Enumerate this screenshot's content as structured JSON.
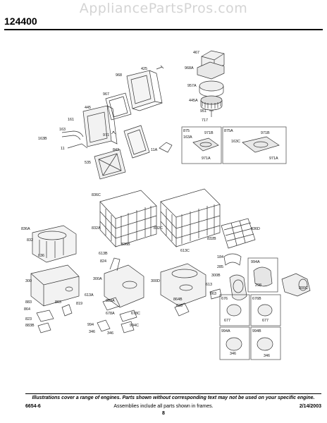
{
  "watermark": "AppliancePartsPros.com",
  "model_number": "124400",
  "labels": {
    "l467": "467",
    "l968A": "968A",
    "l425": "425",
    "l968": "968",
    "l957A": "957A",
    "l445A": "445A",
    "l967": "967",
    "l951": "951",
    "l717": "717",
    "l445": "445",
    "l161": "161",
    "l971": "971",
    "l163": "163",
    "l163B": "163B",
    "l11": "11",
    "l843": "843",
    "l535": "535",
    "l11A": "11A",
    "f875": "875",
    "f163A": "163A",
    "f971B": "971B",
    "f971A": "971A",
    "f875A": "875A",
    "f163C": "163C",
    "f971B2": "971B",
    "f971A2": "971A",
    "l836C": "836C",
    "l836A": "836A",
    "l832A": "832A",
    "l832C": "832C",
    "l836D": "836D",
    "l832": "832",
    "l836B": "836B",
    "l832B": "832B",
    "l836": "836",
    "l613B": "613B",
    "l613C": "613C",
    "l184": "184",
    "l285": "285",
    "f994A": "994A",
    "l298": "298",
    "l824": "824",
    "l300": "300",
    "l300A": "300A",
    "l300D": "300D",
    "l300B": "300B",
    "l300C": "300C",
    "l613": "613",
    "l863": "863",
    "l613A": "613A",
    "l864": "864",
    "l819": "819",
    "l883A": "883A",
    "l864B": "864B",
    "l823": "823",
    "l883": "883",
    "l863b": "863",
    "l823b": "823",
    "l883B": "883B",
    "l678A": "678A",
    "l678C": "678C",
    "l994": "994",
    "l994C": "994C",
    "l346": "346",
    "l346b": "346",
    "f676": "676",
    "f677": "677",
    "f676B": "676B",
    "f677b": "677",
    "f994A2": "994A",
    "f346": "346",
    "f994B": "994B",
    "f346b": "346"
  },
  "footer": {
    "note": "Illustrations cover a range of engines. Parts shown without corresponding text may not be used on your specific engine.",
    "code": "6654-6",
    "assemblies": "Assemblies include all parts shown in frames.",
    "date": "2/14/2003",
    "page": "8"
  }
}
